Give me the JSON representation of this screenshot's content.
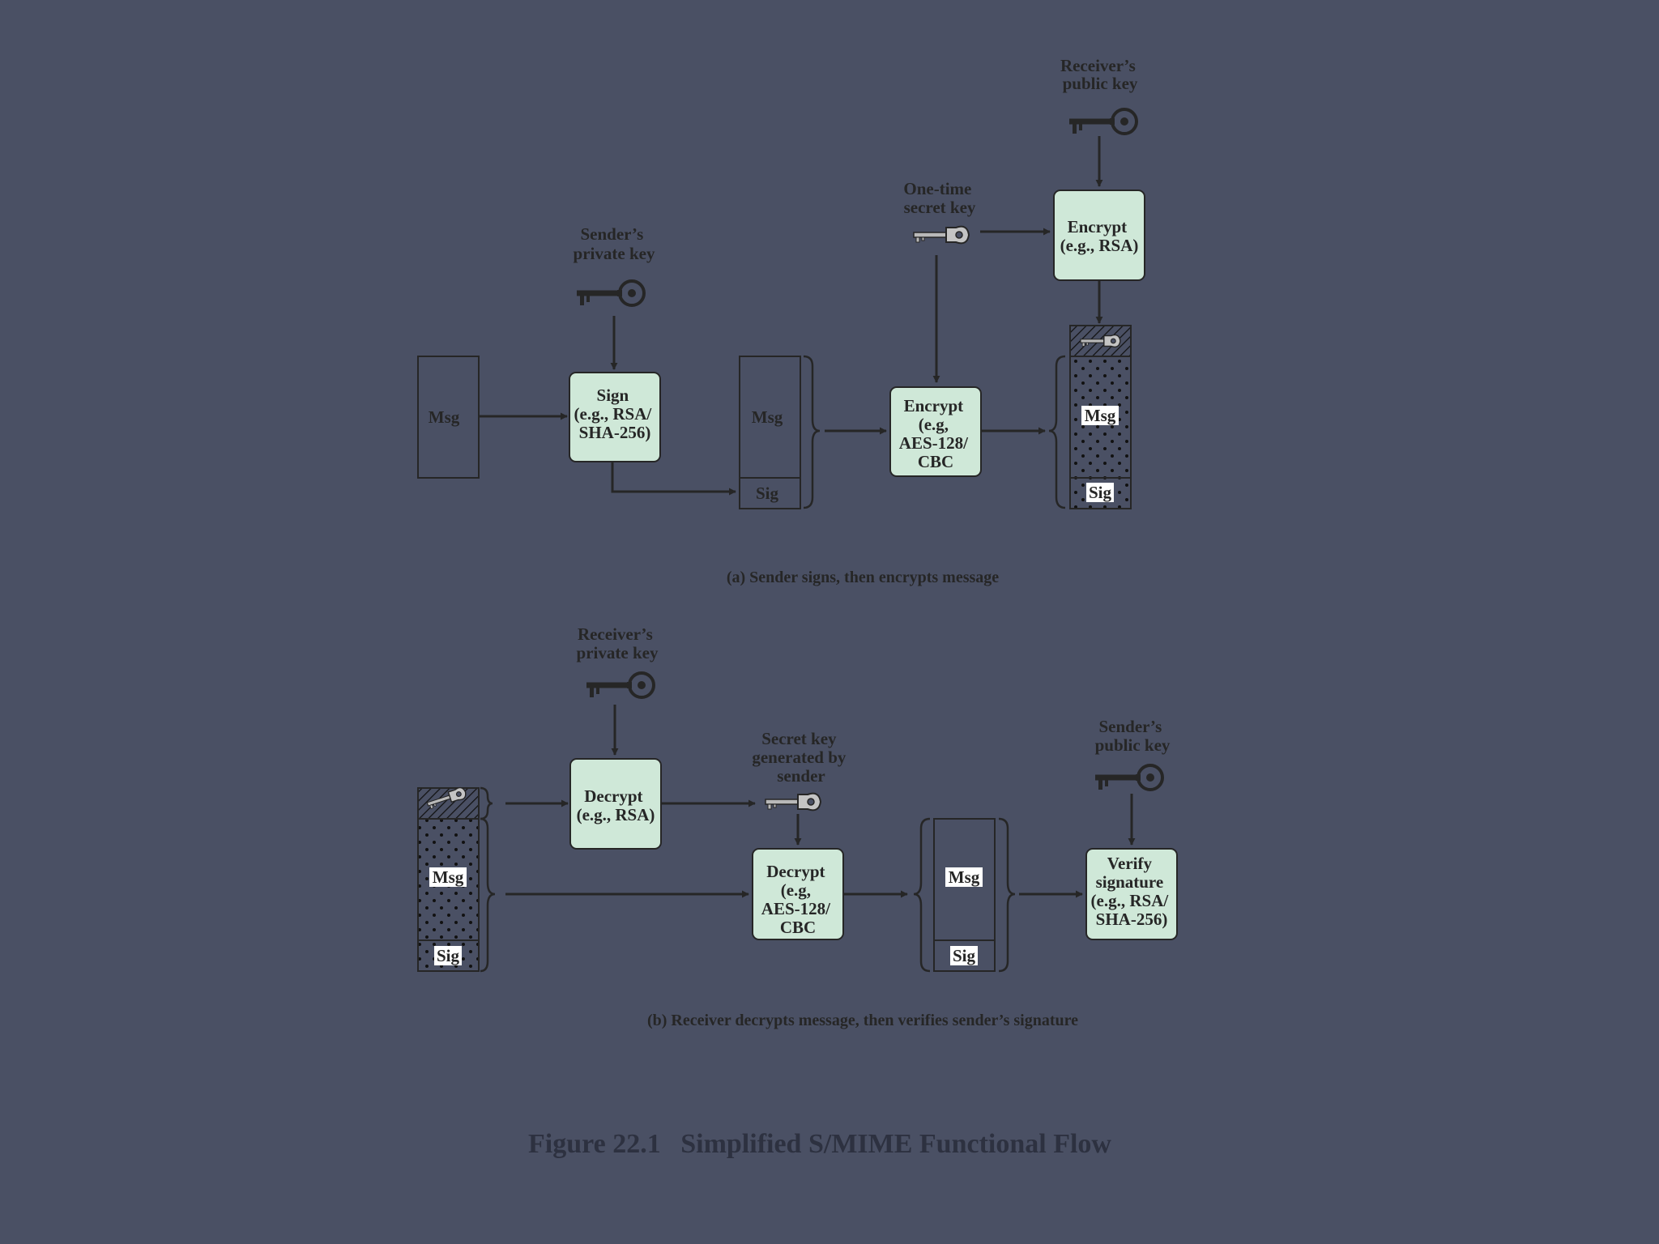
{
  "colors": {
    "background": "#4a5064",
    "box_fill": "#cfe8d8",
    "line": "#262626",
    "figure_caption": "#2d3140",
    "silver_key": "#b9b9b9"
  },
  "icons": [
    "private-key-icon",
    "public-key-icon",
    "secret-key-icon"
  ],
  "a": {
    "caption": "(a) Sender signs, then encrypts message",
    "msg_label": "Msg",
    "sign": [
      "Sign",
      "(e.g., RSA/",
      "SHA-256)"
    ],
    "sender_private_key": [
      "Sender’s",
      "private key"
    ],
    "bundle_msg": "Msg",
    "bundle_sig": "Sig",
    "one_time_key": [
      "One-time",
      "secret key"
    ],
    "encrypt_aes": [
      "Encrypt",
      "(e.g,",
      "AES-128/",
      "CBC"
    ],
    "receiver_public_key": [
      "Receiver’s",
      "public key"
    ],
    "encrypt_rsa": [
      "Encrypt",
      "(e.g., RSA)"
    ],
    "out_msg": "Msg",
    "out_sig": "Sig"
  },
  "b": {
    "caption": "(b) Receiver decrypts message, then verifies sender’s signature",
    "in_msg": "Msg",
    "in_sig": "Sig",
    "receiver_private_key": [
      "Receiver’s",
      "private key"
    ],
    "decrypt_rsa": [
      "Decrypt",
      "(e.g., RSA)"
    ],
    "secret_key": [
      "Secret key",
      "generated by",
      "sender"
    ],
    "decrypt_aes": [
      "Decrypt",
      "(e.g,",
      "AES-128/",
      "CBC"
    ],
    "out_msg": "Msg",
    "out_sig": "Sig",
    "sender_public_key": [
      "Sender’s",
      "public key"
    ],
    "verify": [
      "Verify",
      "signature",
      "(e.g., RSA/",
      "SHA-256)"
    ]
  },
  "figure": {
    "number": "Figure 22.1",
    "title": "Simplified S/MIME Functional Flow"
  }
}
